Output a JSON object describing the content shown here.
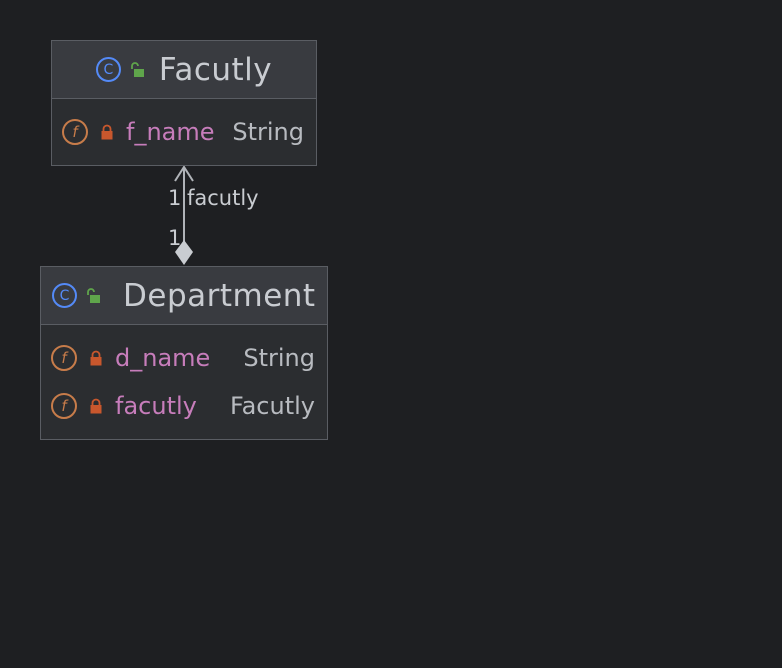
{
  "classes": [
    {
      "name": "Facutly",
      "kind_icon": "class-icon",
      "visibility_icon": "public-icon",
      "fields": [
        {
          "name": "f_name",
          "type": "String",
          "icon": "field-icon",
          "visibility_icon": "private-lock-icon"
        }
      ]
    },
    {
      "name": "Department",
      "kind_icon": "class-icon",
      "visibility_icon": "public-icon",
      "fields": [
        {
          "name": "d_name",
          "type": "String",
          "icon": "field-icon",
          "visibility_icon": "private-lock-icon"
        },
        {
          "name": "facutly",
          "type": "Facutly",
          "icon": "field-icon",
          "visibility_icon": "private-lock-icon"
        }
      ]
    }
  ],
  "relation": {
    "kind": "composition",
    "target_multiplicity": "1",
    "target_role": "facutly",
    "source_multiplicity": "1"
  },
  "icons": {
    "class_letter": "C",
    "field_letter": "f"
  },
  "colors": {
    "background": "#1e1f22",
    "class_accent": "#548af7",
    "field_accent": "#c77c4a",
    "public_accent": "#5fa54b",
    "field_name": "#c77dbb",
    "text": "#c9ccd1",
    "line": "#b0b3b8"
  }
}
